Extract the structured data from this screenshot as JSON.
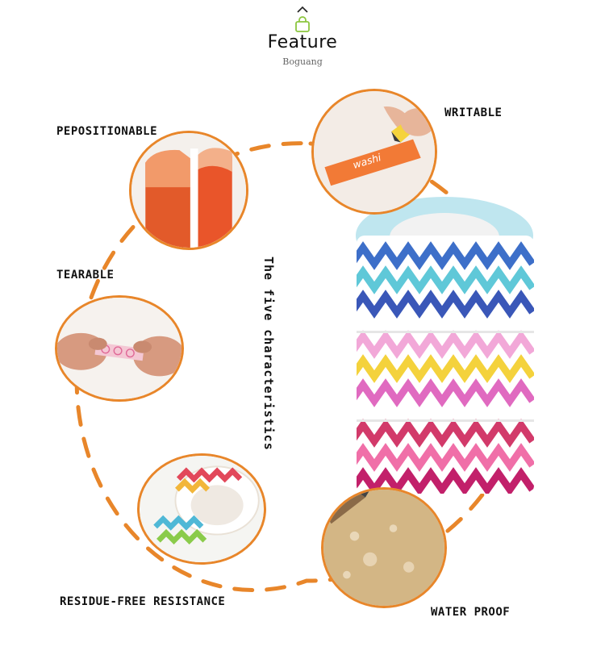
{
  "header": {
    "title": "Feature",
    "subtitle": "Boguang",
    "icon": "shopping-bag-icon",
    "accent": "#8cc63f"
  },
  "center_text": "The five characteristics",
  "accent_color": "#e8862a",
  "features": [
    {
      "id": "repositionable",
      "label": "PEPOSITIONABLE",
      "image": "peeling-orange-tape"
    },
    {
      "id": "writable",
      "label": "WRITABLE",
      "image": "writing-on-tape",
      "tape_text": "washi"
    },
    {
      "id": "tearable",
      "label": "TEARABLE",
      "image": "hands-tearing-tape"
    },
    {
      "id": "residue-free",
      "label": "RESIDUE-FREE RESISTANCE",
      "image": "chevron-tape-rolls"
    },
    {
      "id": "waterproof",
      "label": "WATER PROOF",
      "image": "wet-tape-surface"
    }
  ],
  "product": {
    "image": "stacked-chevron-washi-tape-rolls"
  }
}
